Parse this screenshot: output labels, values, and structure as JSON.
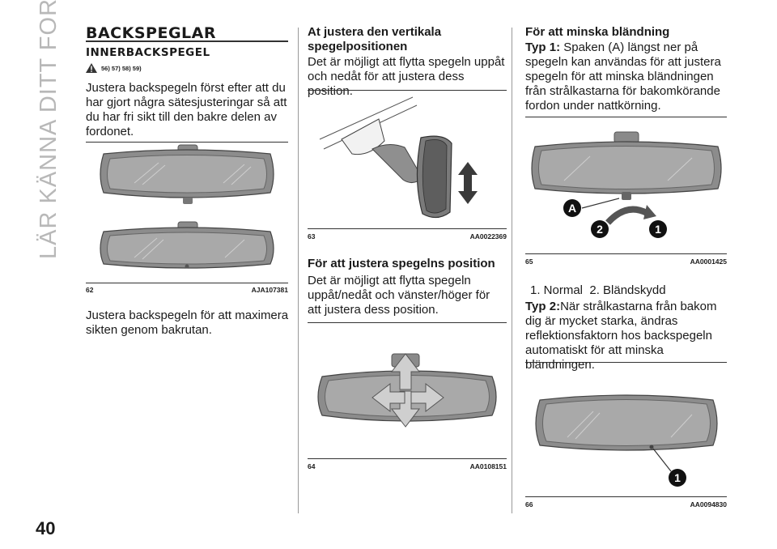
{
  "side_title": "LÄR KÄNNA DITT FORDON",
  "page_number": "40",
  "col1": {
    "heading": "BACKSPEGLAR",
    "subheading": "INNERBACKSPEGEL",
    "warn_refs": "56) 57) 58) 59)",
    "para1": "Justera backspegeln först efter att du har gjort några sätesjusteringar så att du har fri sikt till den bakre delen av fordonet.",
    "fig_num": "62",
    "fig_code": "AJA107381",
    "para2": "Justera backspegeln för att maximera sikten genom bakrutan."
  },
  "col2": {
    "heading1": "At justera den vertikala spegelpositionen",
    "para1": "Det är möjligt att flytta spegeln uppåt och nedåt för att justera dess position.",
    "fig1_num": "63",
    "fig1_code": "AA0022369",
    "heading2": "För att justera spegelns position",
    "para2": "Det är möjligt att flytta spegeln uppåt/nedåt och vänster/höger för att justera dess position.",
    "fig2_num": "64",
    "fig2_code": "AA0108151"
  },
  "col3": {
    "heading": "För att minska bländning",
    "typ1_label": "Typ 1:",
    "typ1_text": "Spaken (A) längst ner på spegeln kan användas för att justera spegeln för att minska bländningen från strålkastarna för bakomkörande fordon under nattkörning.",
    "fig1_num": "65",
    "fig1_code": "AA0001425",
    "fig1_labels": [
      "A",
      "2",
      "1"
    ],
    "legend": "1. Normal  2. Bländskydd",
    "typ2_label": "Typ 2:",
    "typ2_text": "När strålkastarna från bakom dig är mycket starka, ändras reflektionsfaktorn hos backspegeln automatiskt för att minska bländningen.",
    "fig2_num": "66",
    "fig2_code": "AA0094830",
    "fig2_label": "1"
  }
}
